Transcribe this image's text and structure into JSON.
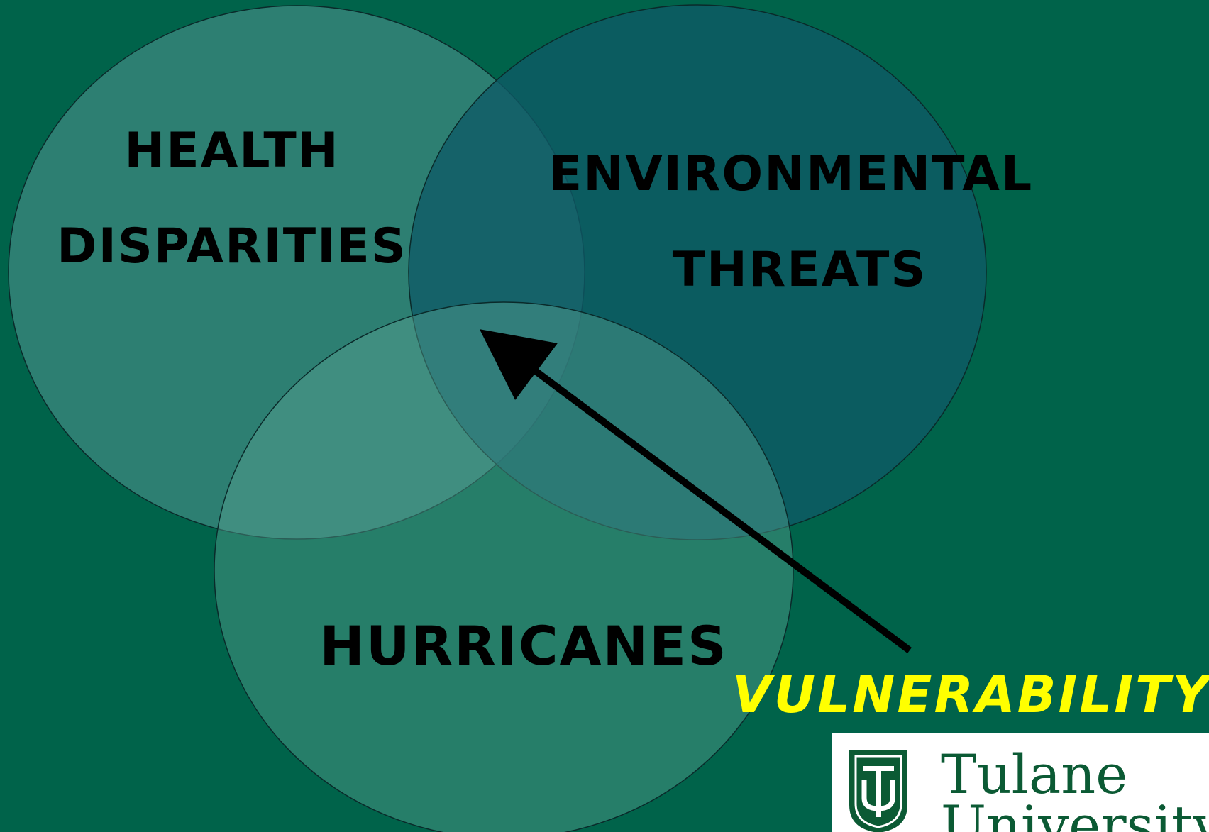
{
  "diagram": {
    "circles": [
      {
        "id": "health",
        "lines": [
          "HEALTH",
          "DISPARITIES"
        ],
        "color": "#3f8a82"
      },
      {
        "id": "environmental",
        "lines": [
          "ENVIRONMENTAL",
          "THREATS"
        ],
        "color": "#0e5b63"
      },
      {
        "id": "hurricanes",
        "lines": [
          "HURRICANES"
        ],
        "color": "#2f8a72"
      }
    ],
    "pointer_label": "VULNERABILITY",
    "pointer_label_color": "#ffff00"
  },
  "logo": {
    "line1": "Tulane",
    "line2": "University",
    "monogram": "TU"
  },
  "colors": {
    "background": "#00634a",
    "arrow": "#000000",
    "logo_green": "#0b5a34"
  }
}
